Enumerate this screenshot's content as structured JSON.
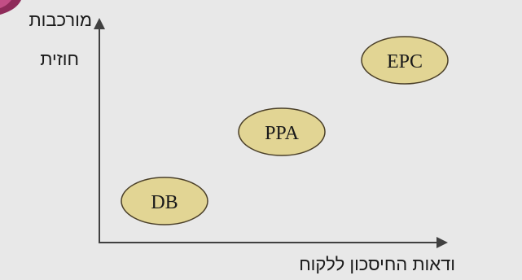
{
  "axes": {
    "y_label_line1": "מורכבות",
    "y_label_line2": "חוזית",
    "x_label": "ודאות החיסכון ללקוח"
  },
  "nodes": [
    {
      "id": "db",
      "label": "DB"
    },
    {
      "id": "ppa",
      "label": "PPA"
    },
    {
      "id": "epc",
      "label": "EPC"
    }
  ],
  "colors": {
    "background": "#e8e8e8",
    "node_fill": "#e2d594",
    "node_stroke": "#4a3f28",
    "axis": "#404040",
    "corner_accent": "#8e2b5a"
  }
}
